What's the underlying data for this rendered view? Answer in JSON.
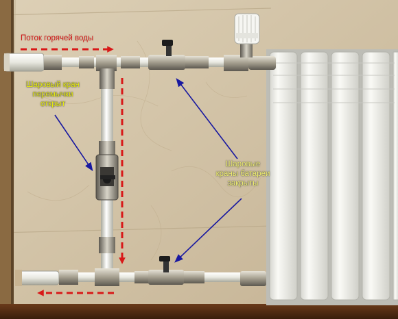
{
  "labels": {
    "hot_water_flow": "Поток горячей воды",
    "bypass_valve": [
      "Шаровый кран",
      "перемычки",
      "открыт"
    ],
    "radiator_valves": [
      "Шаровые",
      "краны батареи",
      "закрыты"
    ]
  },
  "colors": {
    "flow_arrow": "#d81818",
    "pointer_arrow": "#1818a0",
    "bypass_label": "#e8ec10",
    "radiator_label": "#f2f070",
    "wall": "#d4c4a8",
    "pipe": "#ecece4",
    "radiator": "#f2f2ee"
  },
  "icons": [
    "ball-valve-icon",
    "thermostatic-head-icon",
    "radiator-icon"
  ]
}
